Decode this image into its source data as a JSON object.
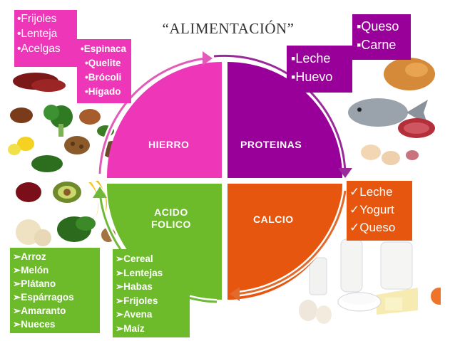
{
  "title": "“ALIMENTACIÓN”",
  "quadrants": {
    "hierro": "HIERRO",
    "proteinas": "PROTEINAS",
    "acido_line1": "ACIDO",
    "acido_line2": "FOLICO",
    "calcio": "CALCIO"
  },
  "hierro_list_a": [
    "•Frijoles",
    "•Lenteja",
    "•Acelgas"
  ],
  "hierro_list_b": [
    "•Espinaca",
    "•Quelite",
    "•Brócoli",
    "•Hígado"
  ],
  "proteinas_list_a": [
    "▪Leche",
    "▪Huevo"
  ],
  "proteinas_list_b": [
    "▪Queso",
    "▪Carne"
  ],
  "calcio_list": [
    "✓Leche",
    "✓Yogurt",
    "✓Queso"
  ],
  "acido_list_a": [
    "➢Arroz",
    "➢Melón",
    "➢Plátano",
    "➢Espárragos",
    "➢Amaranto",
    "➢Nueces"
  ],
  "acido_list_b": [
    "➢Cereal",
    "➢Lentejas",
    "➢Habas",
    "➢Frijoles",
    "➢Avena",
    "➢Maíz"
  ],
  "colors": {
    "hierro": "#ee36b8",
    "proteinas": "#990099",
    "acido_folico": "#6dbb2b",
    "calcio": "#e7560f",
    "accent": "#f0732a"
  },
  "icons": [
    "vegetables-illustration",
    "fruits-illustration",
    "meat-fish-illustration",
    "dairy-illustration"
  ]
}
